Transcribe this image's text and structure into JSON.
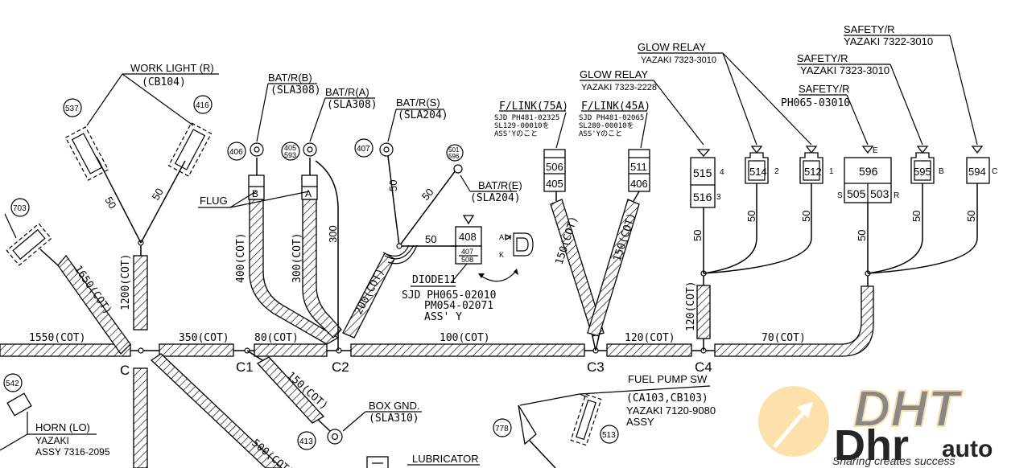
{
  "labels": {
    "work_light": "WORK LIGHT (R)",
    "work_light_code": "(CB104)",
    "bat_b": "BAT/R(B)",
    "bat_b_code": "(SLA308)",
    "bat_a": "BAT/R(A)",
    "bat_a_code": "(SLA308)",
    "bat_s": "BAT/R(S)",
    "bat_s_code": "(SLA204)",
    "bat_e": "BAT/R(E)",
    "bat_e_code": "(SLA204)",
    "flink75": "F/LINK(75A)",
    "flink75_l1": "SJD PH481-02325",
    "flink75_l2": "SL129-00010を",
    "flink75_l3": "ASS'Yのこと",
    "flink45": "F/LINK(45A)",
    "flink45_l1": "SJD PH481-02065",
    "flink45_l2": "SL280-00010を",
    "flink45_l3": "ASS'Yのこと",
    "glow1": "GLOW RELAY",
    "glow1_code": "YAZAKI 7323-2228",
    "glow2": "GLOW RELAY",
    "glow2_code": "YAZAKI 7323-3010",
    "safety1": "SAFETY/R",
    "safety1_code": "PH065-03010",
    "safety2": "SAFETY/R",
    "safety2_code": "YAZAKI 7323-3010",
    "safety3": "SAFETY/R",
    "safety3_code": "YAZAKI 7322-3010",
    "flug": "FLUG",
    "diode": "DIODE11",
    "diode_l1": "SJD PH065-02010",
    "diode_l2": "PM054-02071",
    "diode_l3": "ASS' Y",
    "box_gnd": "BOX GND.",
    "box_gnd_code": "(SLA310)",
    "fuel_pump": "FUEL PUMP SW",
    "fuel_pump_code": "(CA103,CB103)",
    "fuel_pump_l2": "YAZAKI 7120-9080",
    "fuel_pump_l3": "ASSY",
    "horn": "HORN (LO)",
    "horn_l1": "YAZAKI",
    "horn_l2": "ASSY 7316-2095",
    "lubricator": "LUBRICATOR"
  },
  "refs": {
    "r537": "537",
    "r416": "416",
    "r703": "703",
    "r406": "406",
    "r405": "405",
    "r593": "593",
    "r407": "407",
    "r501": "501",
    "r596b": "596",
    "r542": "542",
    "r413": "413",
    "r778": "778",
    "r513": "513"
  },
  "connectors": {
    "c408": "408",
    "c407": "407",
    "c508": "508",
    "c506": "506",
    "c405": "405",
    "c511": "511",
    "c406": "406",
    "c515": "515",
    "c516": "516",
    "p4": "4",
    "p3": "3",
    "c514": "514",
    "p2": "2",
    "c512": "512",
    "p1": "1",
    "c596": "596",
    "pe": "E",
    "c505": "505",
    "c503": "503",
    "ps": "S",
    "pr": "R",
    "c595": "595",
    "pb": "B",
    "c594": "594",
    "pc": "C",
    "plug_b": "B",
    "plug_a": "A",
    "diode_a": "A",
    "diode_k": "K"
  },
  "junctions": {
    "c": "C",
    "c1": "C1",
    "c2": "C2",
    "c3": "C3",
    "c4": "C4"
  },
  "lengths": {
    "l1550": "1550(COT)",
    "l350": "350(COT)",
    "l80": "80(COT)",
    "l100": "100(COT)",
    "l120h": "120(COT)",
    "l70": "70(COT)",
    "l1650": "1650(COT)",
    "l1200": "1200(COT)",
    "l400": "400(COT)",
    "l300c": "300(COT)",
    "l300": "300",
    "l200": "200(COT)",
    "l150a": "150(COT)",
    "l150b": "150(COT)",
    "l120v": "120(COT)",
    "l150gnd": "150(COT)",
    "l500": "500(COT)",
    "w50a": "50",
    "w50b": "50",
    "w50c": "50",
    "w50d": "50",
    "w50e": "50",
    "w50f": "50",
    "w50g": "50",
    "w50h": "50",
    "w50i": "50",
    "w50j": "50"
  },
  "watermark": {
    "brand": "auto",
    "tagline": "Sharing creates success"
  },
  "colors": {
    "ink": "#000000",
    "watermark_orange": "#f5b84a",
    "watermark_green": "#5aa83a"
  }
}
